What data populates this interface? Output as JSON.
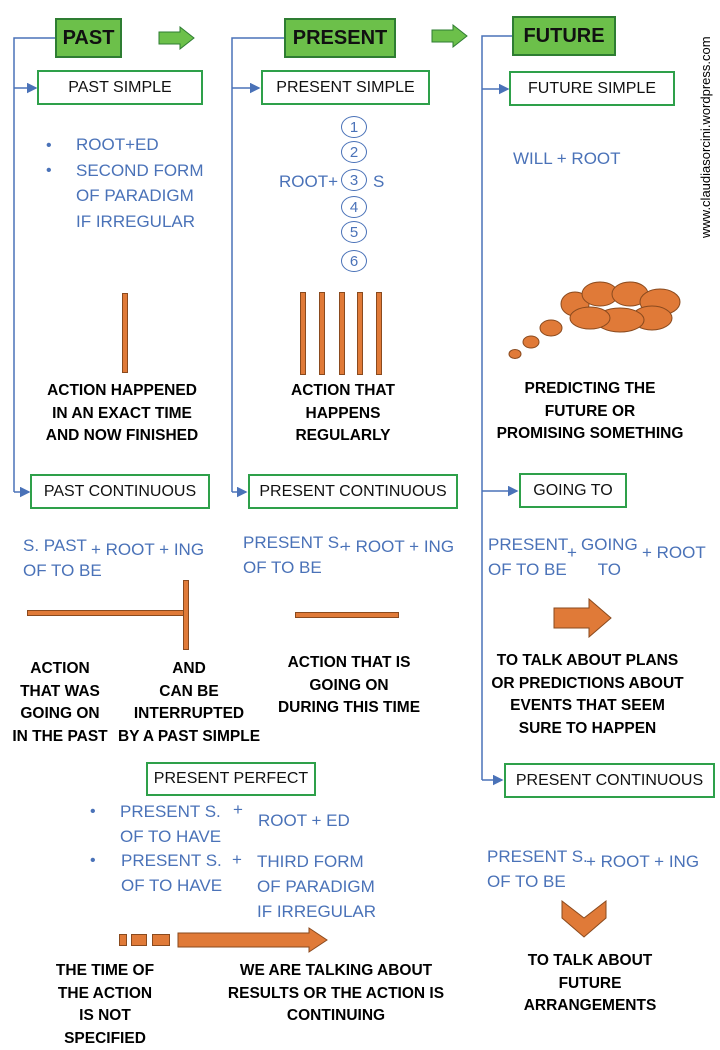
{
  "columns": {
    "past": {
      "header": "PAST",
      "simple": {
        "label": "PAST SIMPLE",
        "bullet1": "ROOT+ED",
        "bullet2_lines": [
          "SECOND FORM",
          "OF PARADIGM",
          "IF IRREGULAR"
        ],
        "desc": [
          "ACTION HAPPENED",
          "IN AN EXACT TIME",
          "AND NOW FINISHED"
        ]
      },
      "continuous": {
        "label": "PAST CONTINUOUS",
        "formula_left": [
          "S. PAST",
          "OF TO BE"
        ],
        "formula_right": "+ ROOT + ING",
        "desc_left": [
          "ACTION",
          "THAT WAS",
          "GOING ON",
          "IN THE PAST"
        ],
        "desc_right": [
          "AND",
          "CAN BE",
          "INTERRUPTED",
          "BY A PAST SIMPLE"
        ]
      }
    },
    "present": {
      "header": "PRESENT",
      "simple": {
        "label": "PRESENT SIMPLE",
        "formula_prefix": "ROOT+",
        "formula_suffix": "S",
        "persons": [
          "1",
          "2",
          "3",
          "4",
          "5",
          "6"
        ],
        "desc": [
          "ACTION THAT",
          "HAPPENS",
          "REGULARLY"
        ]
      },
      "continuous": {
        "label": "PRESENT CONTINUOUS",
        "formula_left": [
          "PRESENT S.",
          "OF TO BE"
        ],
        "formula_right": "+ ROOT + ING",
        "desc": [
          "ACTION THAT IS",
          "GOING ON",
          "DURING THIS TIME"
        ]
      },
      "perfect": {
        "label": "PRESENT PERFECT",
        "row1_left": [
          "PRESENT S.",
          "OF TO HAVE"
        ],
        "row1_plus": "+",
        "row1_right": "ROOT + ED",
        "row2_left": [
          "PRESENT S.",
          "OF TO HAVE"
        ],
        "row2_plus": "+",
        "row2_right": [
          "THIRD FORM",
          "OF PARADIGM",
          "IF IRREGULAR"
        ],
        "desc_left": [
          "THE TIME OF",
          "THE ACTION",
          "IS NOT SPECIFIED"
        ],
        "desc_right": [
          "WE ARE TALKING ABOUT",
          "RESULTS OR THE ACTION IS",
          "CONTINUING"
        ]
      }
    },
    "future": {
      "header": "FUTURE",
      "simple": {
        "label": "FUTURE SIMPLE",
        "formula": "WILL + ROOT",
        "desc": [
          "PREDICTING THE",
          "FUTURE OR",
          "PROMISING SOMETHING"
        ]
      },
      "going_to": {
        "label": "GOING TO",
        "formula_left": [
          "PRESENT",
          "OF TO BE"
        ],
        "formula_plus": "+",
        "formula_mid": [
          "GOING",
          "TO"
        ],
        "formula_right": "+ ROOT",
        "desc": [
          "TO TALK ABOUT PLANS",
          "OR PREDICTIONS ABOUT",
          "EVENTS THAT SEEM",
          "SURE TO HAPPEN"
        ]
      },
      "continuous": {
        "label": "PRESENT CONTINUOUS",
        "formula_left": [
          "PRESENT S.",
          "OF TO BE"
        ],
        "formula_right": "+ ROOT + ING",
        "desc": [
          "TO TALK ABOUT",
          "FUTURE",
          "ARRANGEMENTS"
        ]
      }
    }
  },
  "watermark": "www.claudiasorcini.wordpress.com",
  "colors": {
    "header_fill": "#6cc04a",
    "box_border": "#2ea04a",
    "text_blue": "#4a72b8",
    "shape_orange": "#e07a38",
    "connector": "#4a72b8"
  }
}
